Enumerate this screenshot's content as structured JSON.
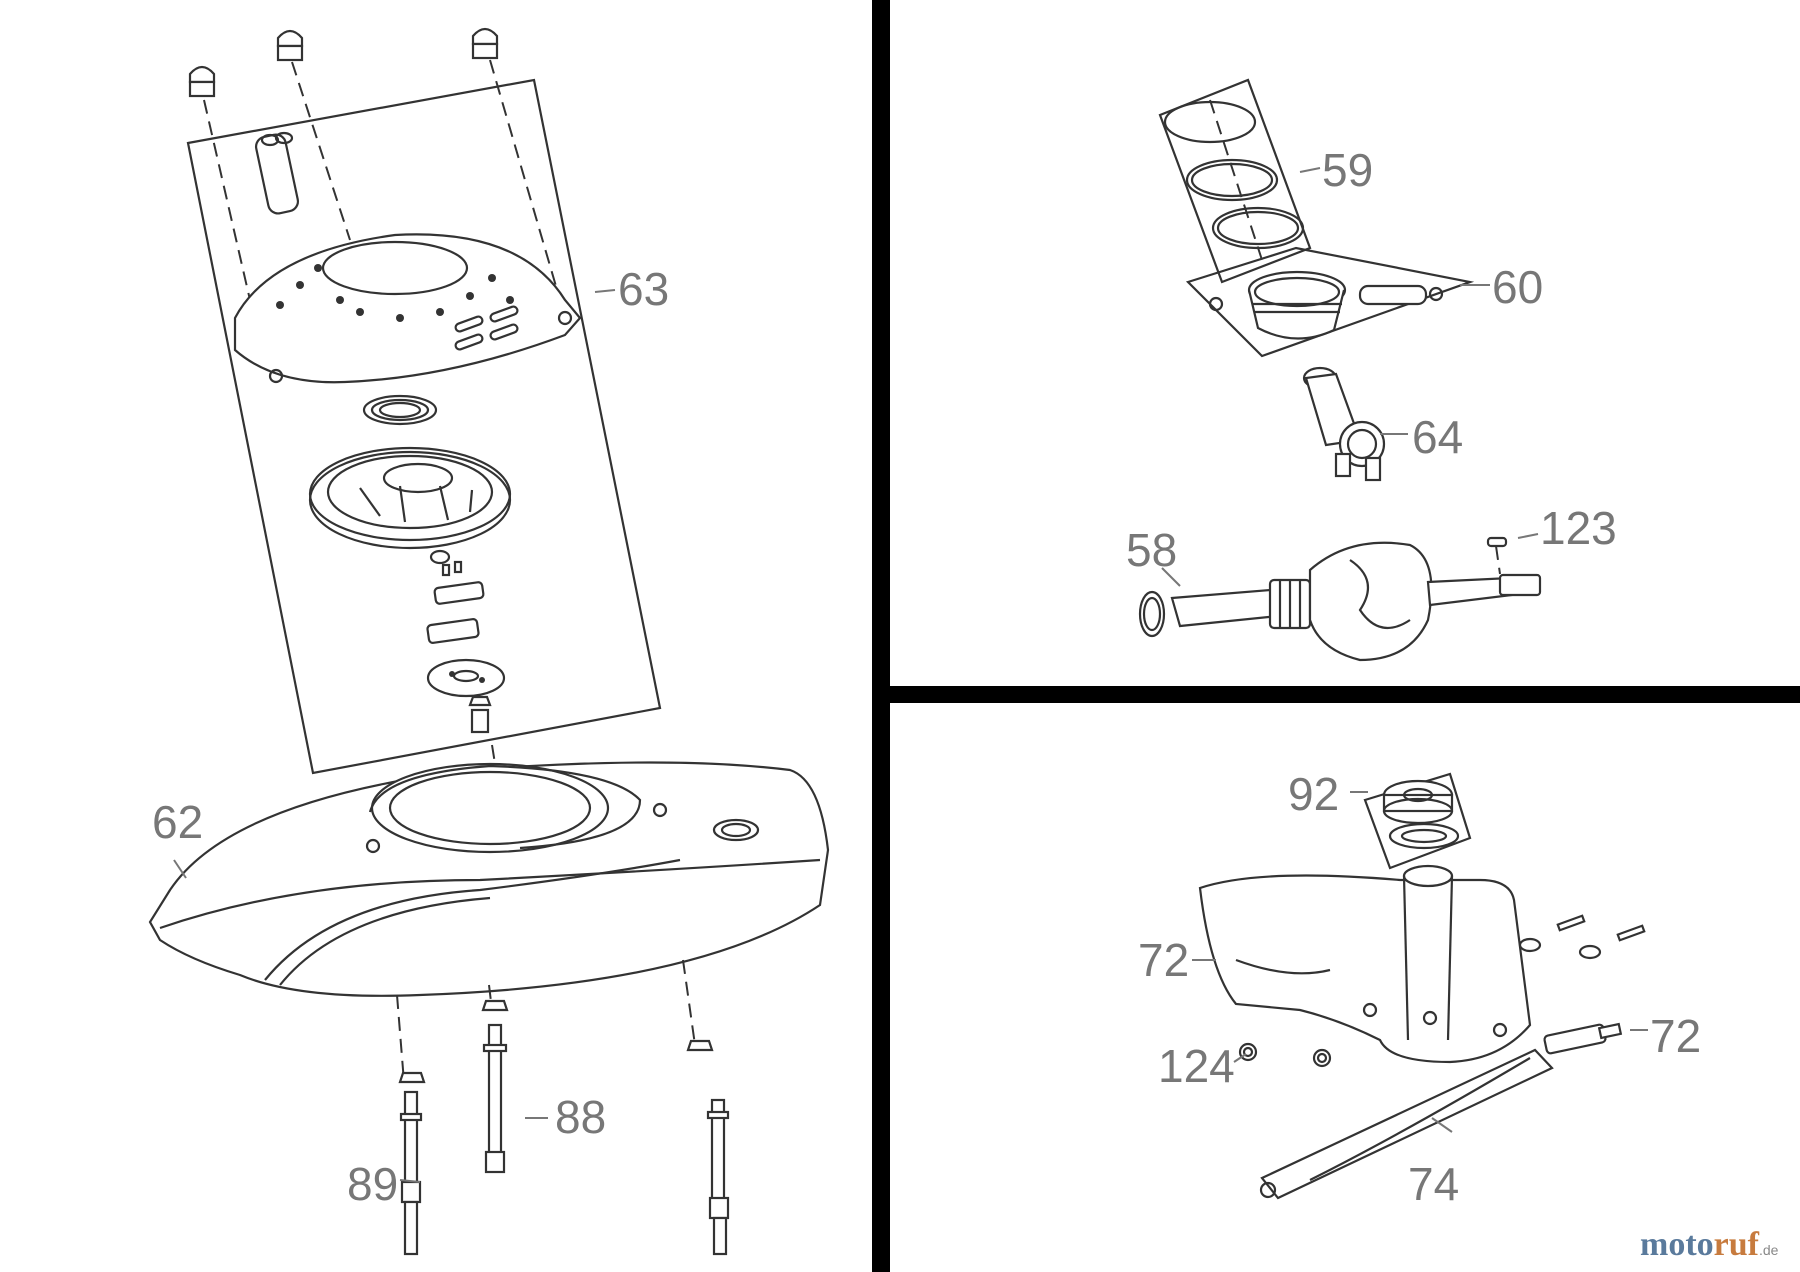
{
  "labels": {
    "l63": "63",
    "l62": "62",
    "l88": "88",
    "l89": "89",
    "l59": "59",
    "l60": "60",
    "l64": "64",
    "l123": "123",
    "l58": "58",
    "l92": "92",
    "l72a": "72",
    "l72b": "72",
    "l124": "124",
    "l74": "74"
  },
  "watermark": {
    "part1": "moto",
    "part2": "ruf",
    "part3": ".de"
  },
  "colors": {
    "label": "#777777",
    "line": "#333333",
    "divider": "#000000",
    "watermark_blue": "#5a7a9c",
    "watermark_orange": "#c77b3e"
  }
}
